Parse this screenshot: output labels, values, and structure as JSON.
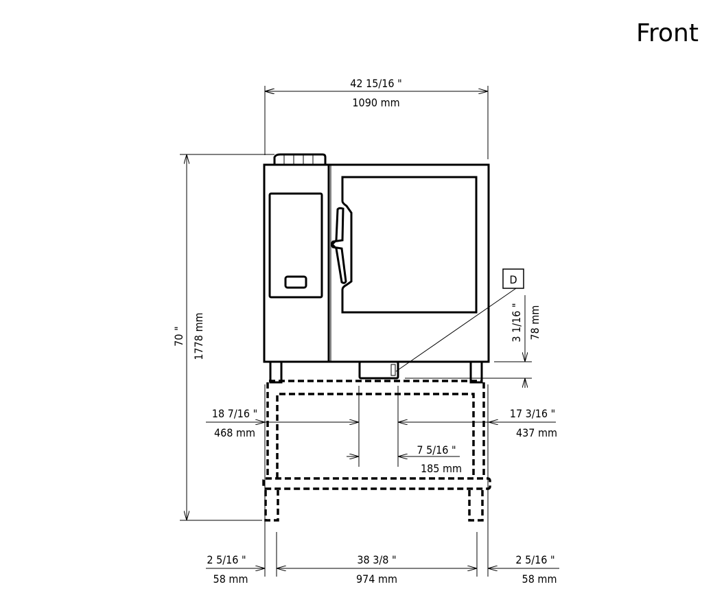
{
  "title": "Front",
  "dimensions": {
    "overall_width": {
      "imperial": "42 15/16 \"",
      "metric": "1090 mm"
    },
    "overall_height": {
      "imperial": "70 \"",
      "metric": "1778 mm"
    },
    "drain_height": {
      "imperial": "3 1/16 \"",
      "metric": "78 mm"
    },
    "left_to_drain": {
      "imperial": "18 7/16 \"",
      "metric": "468 mm"
    },
    "right_to_drain": {
      "imperial": "17 3/16 \"",
      "metric": "437 mm"
    },
    "drain_width": {
      "imperial": "7 5/16 \"",
      "metric": "185 mm"
    },
    "left_leg_offset": {
      "imperial": "2 5/16 \"",
      "metric": "58 mm"
    },
    "leg_span": {
      "imperial": "38 3/8 \"",
      "metric": "974 mm"
    },
    "right_leg_offset": {
      "imperial": "2 5/16 \"",
      "metric": "58 mm"
    }
  },
  "callout": "D"
}
